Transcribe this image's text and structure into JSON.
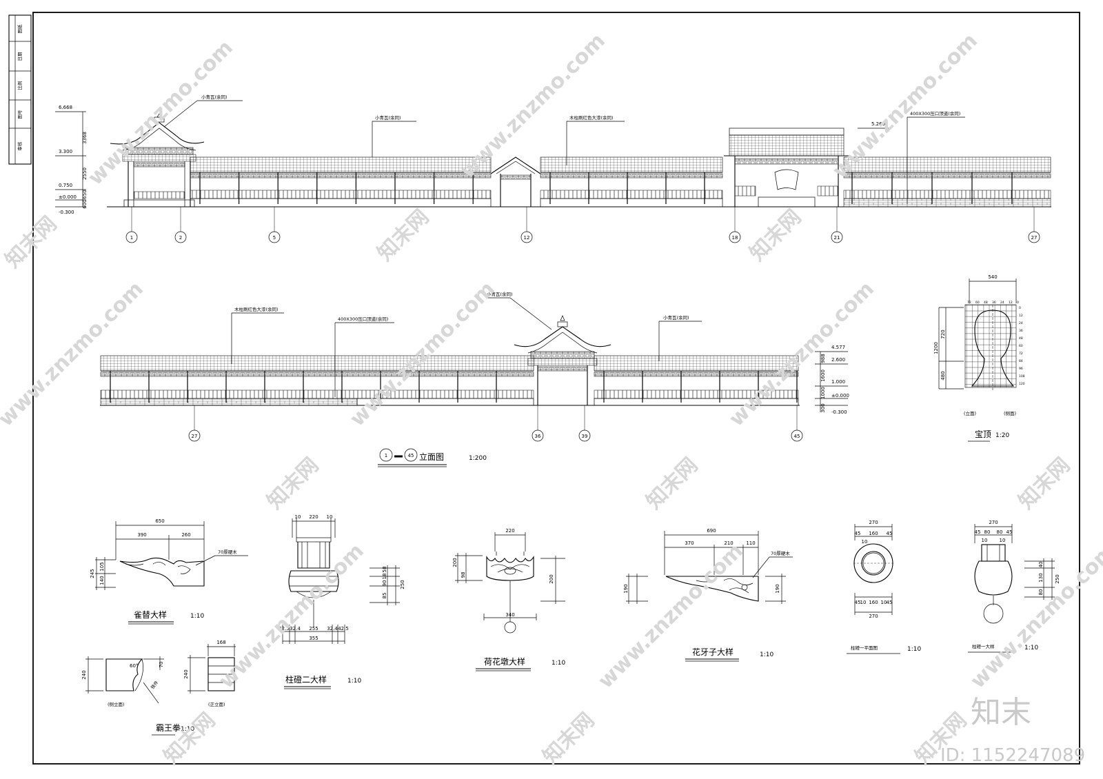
{
  "title_block": {
    "cells": [
      "图纸",
      "日期",
      "比例",
      "图号",
      "审核"
    ]
  },
  "elevation1": {
    "levels": [
      "6.668",
      "3.300",
      "0.750",
      "±0.000",
      "-0.300"
    ],
    "dims_left": [
      "3368",
      "2550",
      "650",
      "600"
    ],
    "callouts": [
      "小青瓦(余同)",
      "小青瓦(余同)",
      "木柱刷红色大漆(余同)",
      "400X300压口顶道(余同)"
    ],
    "level_right": "5.260",
    "axes": [
      "1",
      "2",
      "5",
      "12",
      "18",
      "21",
      "27"
    ]
  },
  "elevation2": {
    "callouts": [
      "木柱刷红色大漆(余同)",
      "400X300压口顶道(余同)",
      "小青瓦(余同)",
      "小青瓦(余同)"
    ],
    "levels": [
      "4.577",
      "2.600",
      "1.000",
      "±0.000",
      "-0.300"
    ],
    "dims": [
      "988",
      "1600",
      "1000",
      "300"
    ],
    "axes": [
      "27",
      "36",
      "39",
      "45"
    ],
    "title_from": "1",
    "title_to": "45",
    "title": "立面图",
    "scale": "1:200"
  },
  "baoding": {
    "dim_top": "540",
    "grid_top": [
      "72",
      "60",
      "48",
      "36",
      "24",
      "12",
      "0"
    ],
    "grid_right": [
      "0",
      "12",
      "24",
      "36",
      "48",
      "60",
      "72",
      "84",
      "96",
      "108",
      "120"
    ],
    "dims_left": [
      "1200",
      "720",
      "480"
    ],
    "sub_left": "(立面)",
    "sub_right": "(侧面)",
    "title": "宝顶",
    "scale": "1:20"
  },
  "details": [
    {
      "title": "雀替大样",
      "scale": "1:10",
      "dims": [
        "650",
        "390",
        "260",
        "245",
        "105",
        "140"
      ],
      "note": "70厚硬木"
    },
    {
      "title": "柱磴二大样",
      "scale": "1:10",
      "dims": [
        "10",
        "220",
        "10",
        "58",
        "18",
        "90",
        "85",
        "250",
        "42.5",
        "32.4",
        "255",
        "32.4",
        "42.5",
        "355"
      ]
    },
    {
      "title": "荷花墩大样",
      "scale": "1:10",
      "dims": [
        "220",
        "200",
        "98",
        "200",
        "340"
      ]
    },
    {
      "title": "花牙子大样",
      "scale": "1:10",
      "dims": [
        "690",
        "370",
        "210",
        "110",
        "190",
        "190"
      ],
      "note": "70厚硬木"
    },
    {
      "title": "柱磴一平面图",
      "scale": "1:10",
      "dims": [
        "270",
        "45",
        "160",
        "45",
        "10",
        "45",
        "10",
        "160",
        "10",
        "45",
        "270"
      ]
    },
    {
      "title": "柱磴一大样",
      "scale": "1:10",
      "dims": [
        "270",
        "45",
        "80",
        "80",
        "45",
        "10",
        "10",
        "40",
        "130",
        "80",
        "250"
      ]
    },
    {
      "title": "霸王拳",
      "scale": "1:10",
      "dims": [
        "168",
        "60°",
        "70",
        "240",
        "240"
      ],
      "sub_left": "(侧立面)",
      "sub_right": "(正立面)",
      "note": "铁件"
    }
  ],
  "watermark": {
    "brand": "知末",
    "id": "ID: 1152247089",
    "site": "www.znzmo.com",
    "site_cn": "知末网"
  }
}
